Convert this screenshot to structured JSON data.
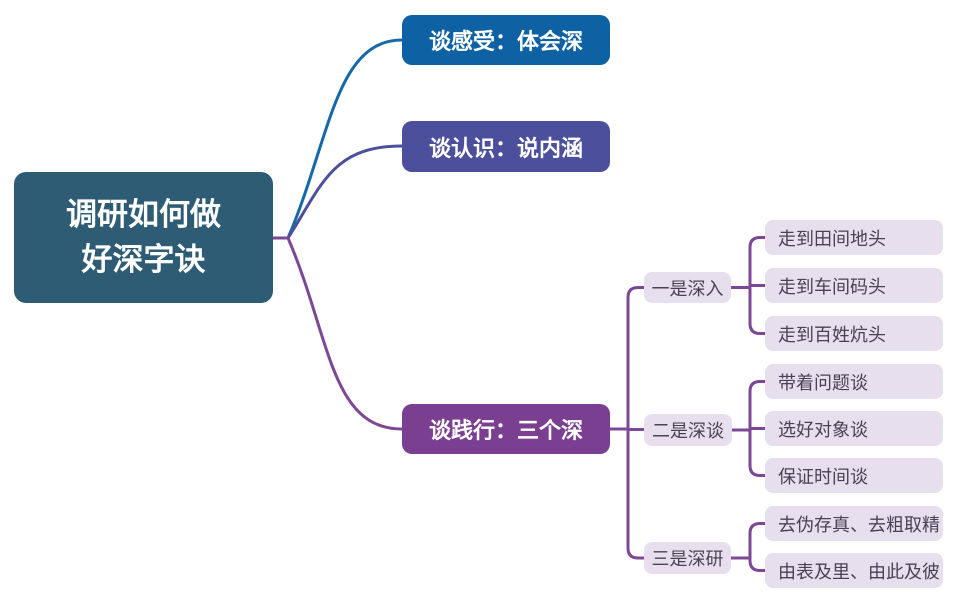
{
  "root": {
    "line1": "调研如何做",
    "line2": "好深字诀"
  },
  "branches": [
    {
      "label": "谈感受：体会深"
    },
    {
      "label": "谈认识：说内涵"
    },
    {
      "label": "谈践行：三个深",
      "children": [
        {
          "label": "一是深入",
          "children": [
            "走到田间地头",
            "走到车间码头",
            "走到百姓炕头"
          ]
        },
        {
          "label": "二是深谈",
          "children": [
            "带着问题谈",
            "选好对象谈",
            "保证时间谈"
          ]
        },
        {
          "label": "三是深研",
          "children": [
            "去伪存真、去粗取精",
            "由表及里、由此及彼"
          ]
        }
      ]
    }
  ],
  "colors": {
    "root_bg": "#2E5C74",
    "branch_blue_bg": "#0E62A4",
    "branch_indigo_bg": "#4C4F9C",
    "branch_purple_bg": "#7B3F91",
    "sub_node_bg": "#E7DFEE",
    "sub_node_text": "#4B4156",
    "node_text": "#FFFFFF",
    "connector_blue": "#1668A8",
    "connector_indigo": "#4C4F9C",
    "connector_purple": "#7C4795"
  }
}
